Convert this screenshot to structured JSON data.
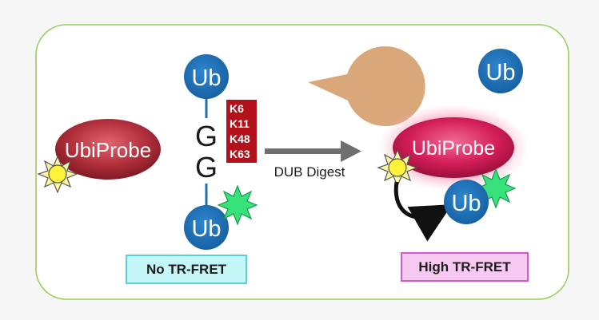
{
  "colors": {
    "panel_border": "#9acd58",
    "ub_blue": "#1b6fb8",
    "probe_red": "#a52a35",
    "probe_pink": "#d01e55",
    "glow": "#ff6e96",
    "linkage_box": "#b3121a",
    "dub_tan": "#d9a77a",
    "arrow_gray": "#6f6f6f",
    "acceptor_green": "#37e27a",
    "donor_yellow": "#fff33a"
  },
  "icons": {
    "donor": "sun-icon",
    "acceptor": "starburst-icon",
    "transfer": "curved-arrow-icon"
  },
  "left": {
    "probe_label": "UbiProbe",
    "ub_top_label": "Ub",
    "ub_bottom_label": "Ub",
    "gg_top": "G",
    "gg_bottom": "G",
    "linkages": [
      "K6",
      "K11",
      "K48",
      "K63"
    ],
    "result_label": "No TR-FRET"
  },
  "middle": {
    "dub_label": "DUB",
    "arrow_label": "DUB Digest"
  },
  "right": {
    "free_ub_label": "Ub",
    "probe_label": "UbiProbe",
    "bound_ub_label": "Ub",
    "result_label": "High TR-FRET"
  }
}
